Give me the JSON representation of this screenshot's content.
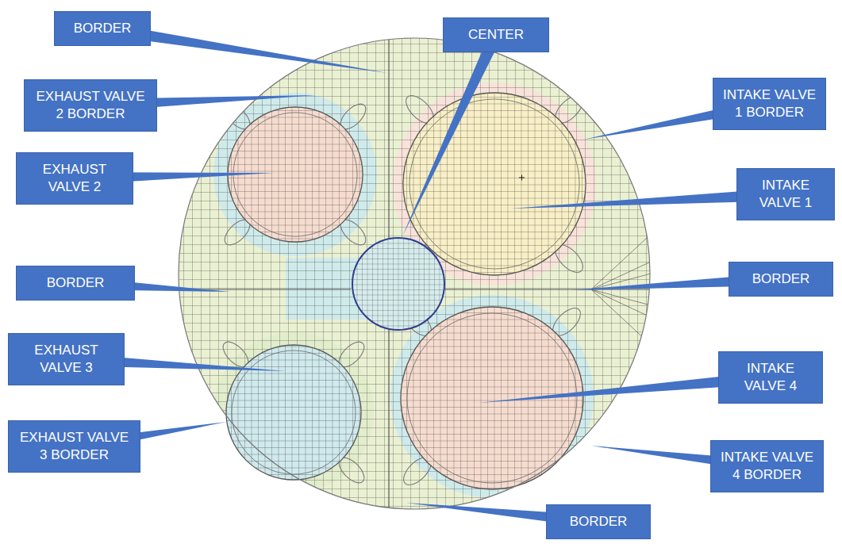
{
  "diagram": {
    "nodes": [
      {
        "text": [
          "BORDER"
        ]
      },
      {
        "text": [
          "CENTER"
        ]
      },
      {
        "text": [
          "EXHAUST VALVE 2 BORDER"
        ]
      },
      {
        "text": [
          "INTAKE VALVE 1 BORDER"
        ]
      },
      {
        "text": [
          "EXHAUST VALVE 2"
        ]
      },
      {
        "text": [
          "INTAKE VALVE 1"
        ]
      },
      {
        "text": [
          "BORDER"
        ]
      },
      {
        "text": [
          "BORDER"
        ]
      },
      {
        "text": [
          "EXHAUST VALVE 3"
        ]
      },
      {
        "text": [
          "INTAKE VALVE 4"
        ]
      },
      {
        "text": [
          "EXHAUST VALVE 3 BORDER"
        ]
      },
      {
        "text": [
          "INTAKE VALVE 4 BORDER"
        ]
      },
      {
        "text": [
          "BORDER"
        ]
      }
    ]
  }
}
